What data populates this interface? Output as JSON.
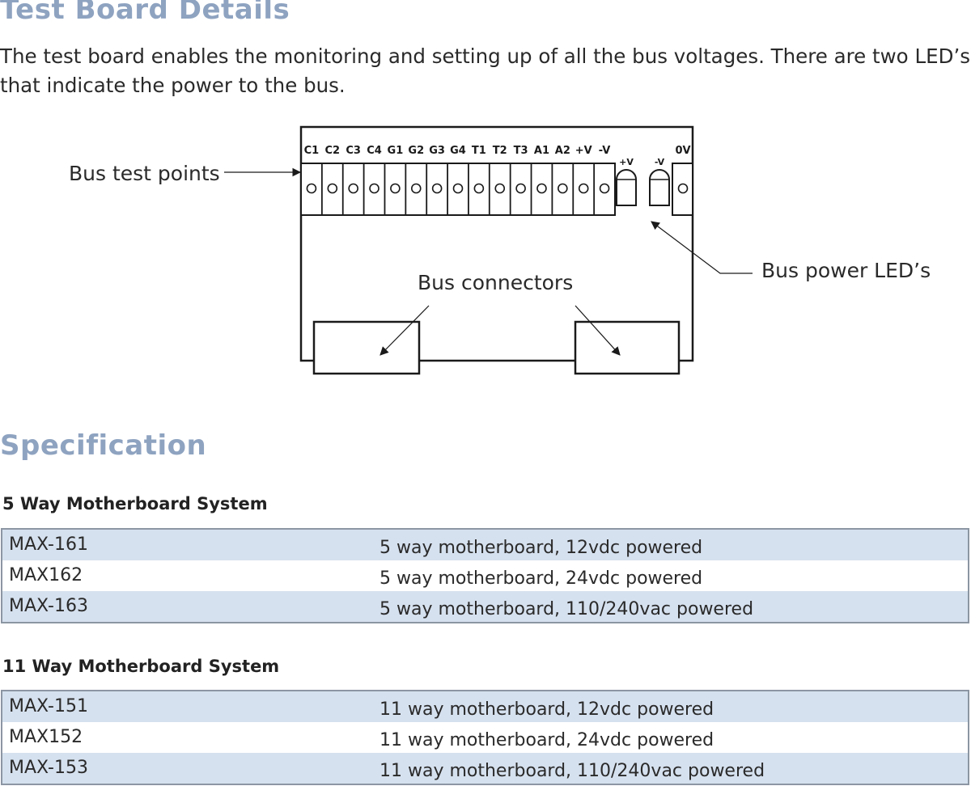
{
  "header": {
    "title": "Test Board Details"
  },
  "intro": "The test board enables the monitoring and setting up of all the bus voltages. There are two LED’s that indicate the power to the bus.",
  "diagram": {
    "callouts": {
      "test_points": "Bus test points",
      "connectors": "Bus connectors",
      "leds": "Bus power LED’s"
    },
    "pin_labels": [
      "C1",
      "C2",
      "C3",
      "C4",
      "G1",
      "G2",
      "G3",
      "G4",
      "T1",
      "T2",
      "T3",
      "A1",
      "A2",
      "+V",
      "-V"
    ],
    "zero_v_label": "0V",
    "led_labels": [
      "+V",
      "-V"
    ]
  },
  "spec": {
    "title": "Specification",
    "five_way": {
      "heading": "5 Way Motherboard System",
      "rows": [
        {
          "code": "MAX-161",
          "desc": "5 way motherboard, 12vdc powered"
        },
        {
          "code": "MAX162",
          "desc": "5 way motherboard, 24vdc powered"
        },
        {
          "code": "MAX-163",
          "desc": "5 way motherboard, 110/240vac powered"
        }
      ]
    },
    "eleven_way": {
      "heading": "11 Way Motherboard System",
      "rows": [
        {
          "code": "MAX-151",
          "desc": "11 way motherboard, 12vdc powered"
        },
        {
          "code": "MAX152",
          "desc": "11 way motherboard, 24vdc powered"
        },
        {
          "code": "MAX-153",
          "desc": "11 way motherboard, 110/240vac powered"
        }
      ]
    }
  },
  "colors": {
    "heading": "#8ea3c0",
    "row_shade": "#d6e1ef",
    "table_border": "#8c96a3"
  }
}
